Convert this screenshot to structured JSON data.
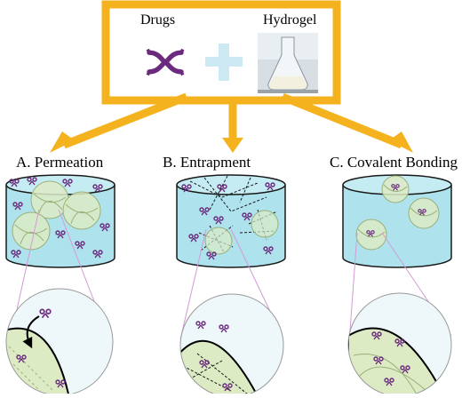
{
  "top_labels": {
    "drugs": "Drugs",
    "hydrogel": "Hydrogel"
  },
  "methods": [
    {
      "label": "A.  Permeation"
    },
    {
      "label": "B.  Entrapment"
    },
    {
      "label": "C.  Covalent Bonding"
    }
  ],
  "colors": {
    "frame_orange": "#F5B21F",
    "drug_purple": "#6B2A7E",
    "plus_blue": "#CDEAF4",
    "container_fill": "#AEE3EE",
    "container_stroke": "#1A1A1A",
    "bead_fill": "#DCEBC4",
    "bead_stroke": "#9BB07A",
    "network_dash": "#1A1A1A",
    "zoom_line": "#D49BD4"
  },
  "icons": [
    "drug-molecule-icon",
    "plus-icon",
    "hydrogel-flask-icon",
    "arrow-down-icon"
  ]
}
